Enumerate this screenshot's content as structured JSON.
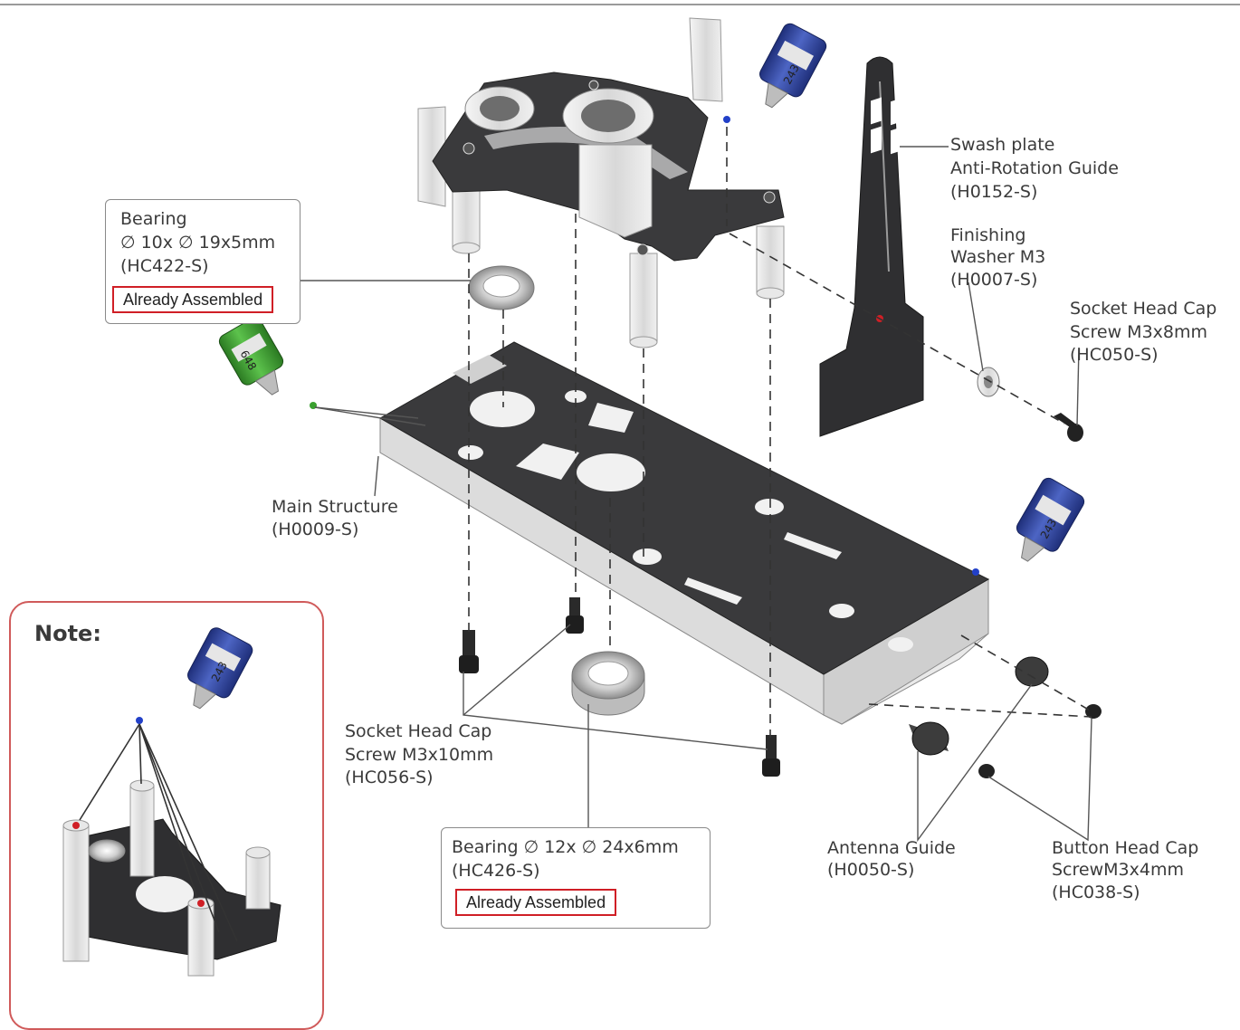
{
  "labels": {
    "bearing_top": [
      "Bearing",
      "∅ 10x ∅ 19x5mm",
      "(HC422-S)"
    ],
    "swash_plate": [
      "Swash plate",
      "Anti-Rotation Guide",
      "(H0152-S)"
    ],
    "finishing_washer": [
      "Finishing",
      "Washer M3",
      "(H0007-S)"
    ],
    "socket_screw_8": [
      "Socket Head Cap",
      "Screw M3x8mm",
      "(HC050-S)"
    ],
    "main_structure": [
      "Main Structure",
      "(H0009-S)"
    ],
    "socket_screw_10": [
      "Socket Head Cap",
      "Screw M3x10mm",
      "(HC056-S)"
    ],
    "bearing_bottom": [
      "Bearing ∅ 12x ∅ 24x6mm",
      "(HC426-S)"
    ],
    "antenna_guide": [
      "Antenna Guide",
      "(H0050-S)"
    ],
    "button_screw": [
      "Button Head Cap",
      "ScrewM3x4mm",
      "(HC038-S)"
    ]
  },
  "badges": {
    "top": "Already Assembled",
    "bottom": "Already Assembled"
  },
  "note": {
    "title": "Note:"
  },
  "bottle_labels": {
    "blue": "243",
    "green": "648"
  },
  "colors": {
    "plate": "#3a3a3c",
    "aluminum": "#e6e6e6",
    "threadlocker_blue": "#2a3f8f",
    "threadlocker_green": "#3a9a2f",
    "badge_border": "#d01f26",
    "note_border": "#d05a5a"
  }
}
